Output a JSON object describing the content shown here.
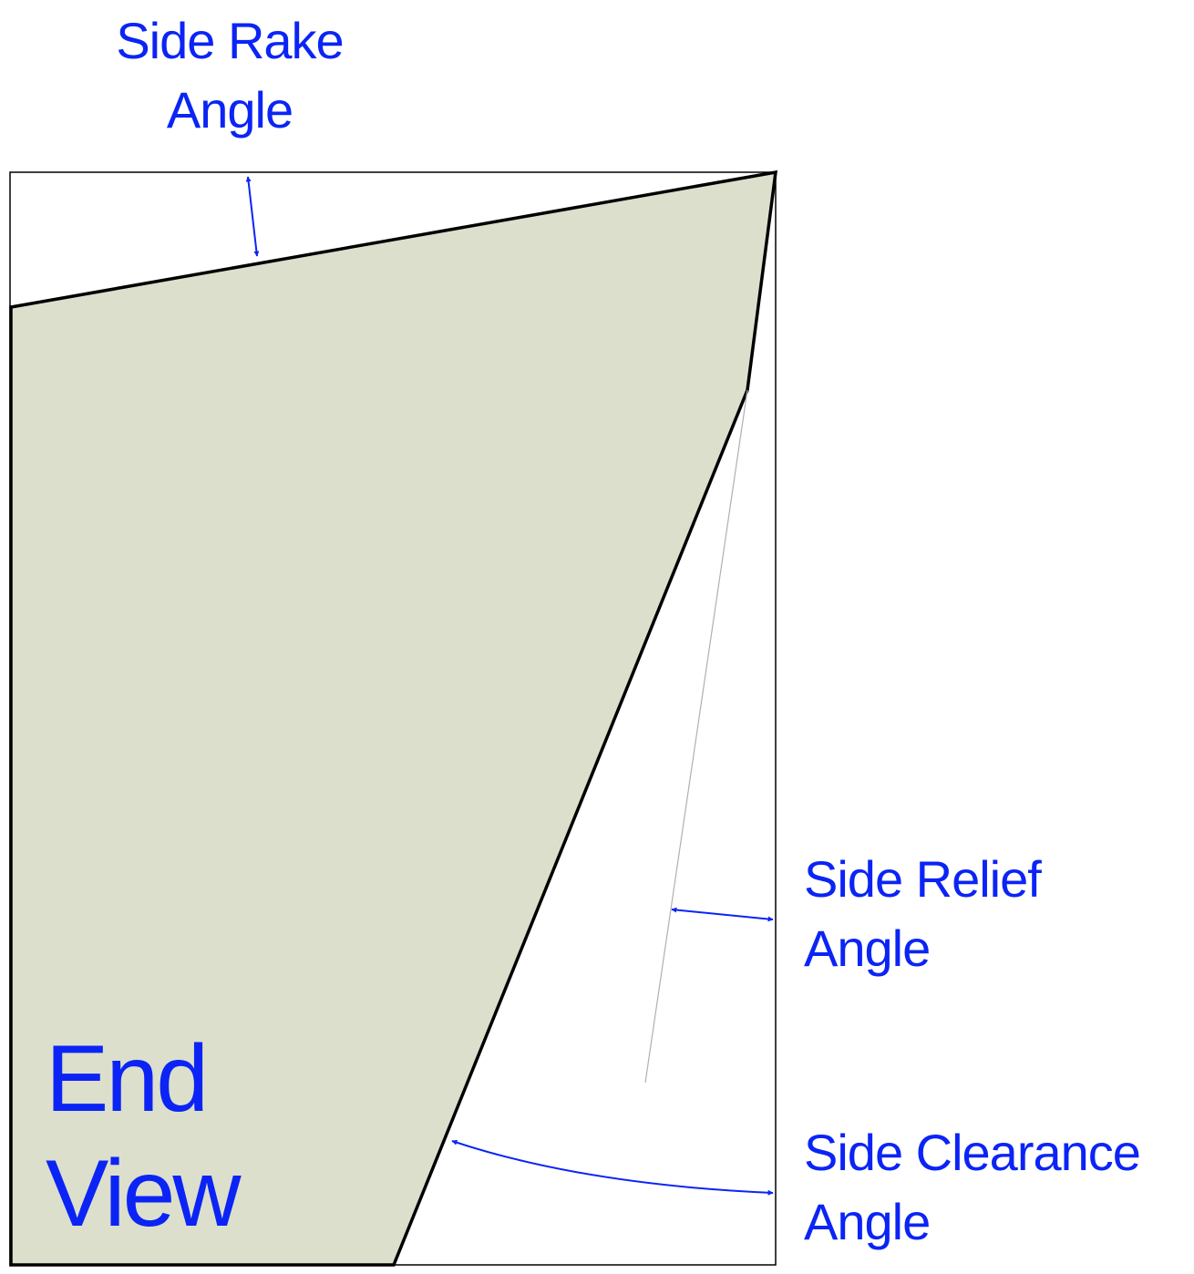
{
  "labels": {
    "side_rake": {
      "line1": "Side Rake",
      "line2": "Angle"
    },
    "side_relief": {
      "line1": "Side Relief",
      "line2": "Angle"
    },
    "side_clearance": {
      "line1": "Side Clearance",
      "line2": "Angle"
    },
    "end_view": {
      "line1": "End",
      "line2": "View"
    }
  },
  "colors": {
    "label": "#0b24f5",
    "arrow": "#0b24f5",
    "tool_fill": "#dcdfcb",
    "outline": "#000000",
    "reference_line": "#b0b0b0",
    "background": "#ffffff"
  }
}
